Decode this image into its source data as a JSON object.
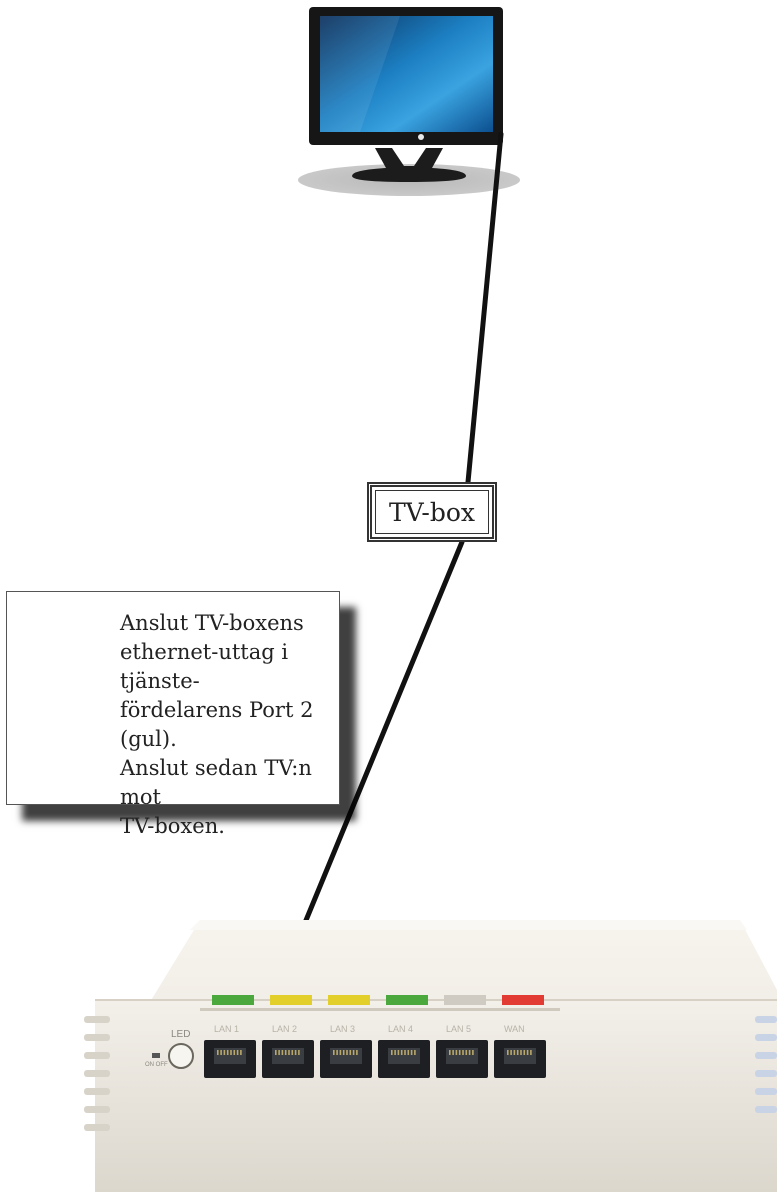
{
  "instruction": {
    "text": "Anslut TV-boxens\nethernet-uttag i tjänste-\nfördelarens Port 2 (gul).\nAnslut sedan TV:n mot\nTV-boxen."
  },
  "tvbox": {
    "label": "TV-box"
  },
  "router": {
    "led_label": "LED",
    "switch_label": "ON OFF",
    "ports": [
      {
        "label": "LAN 1",
        "color": "#4aa83c"
      },
      {
        "label": "LAN 2",
        "color": "#e2cf2a"
      },
      {
        "label": "LAN 3",
        "color": "#e2cf2a"
      },
      {
        "label": "LAN 4",
        "color": "#4aa83c"
      },
      {
        "label": "LAN 5",
        "color": "#cfcac2"
      },
      {
        "label": "WAN",
        "color": "#e23b34"
      }
    ]
  },
  "colors": {
    "cable": "#111111",
    "router_body": "#ece8e0",
    "monitor_screen": "#1c7fc2"
  }
}
